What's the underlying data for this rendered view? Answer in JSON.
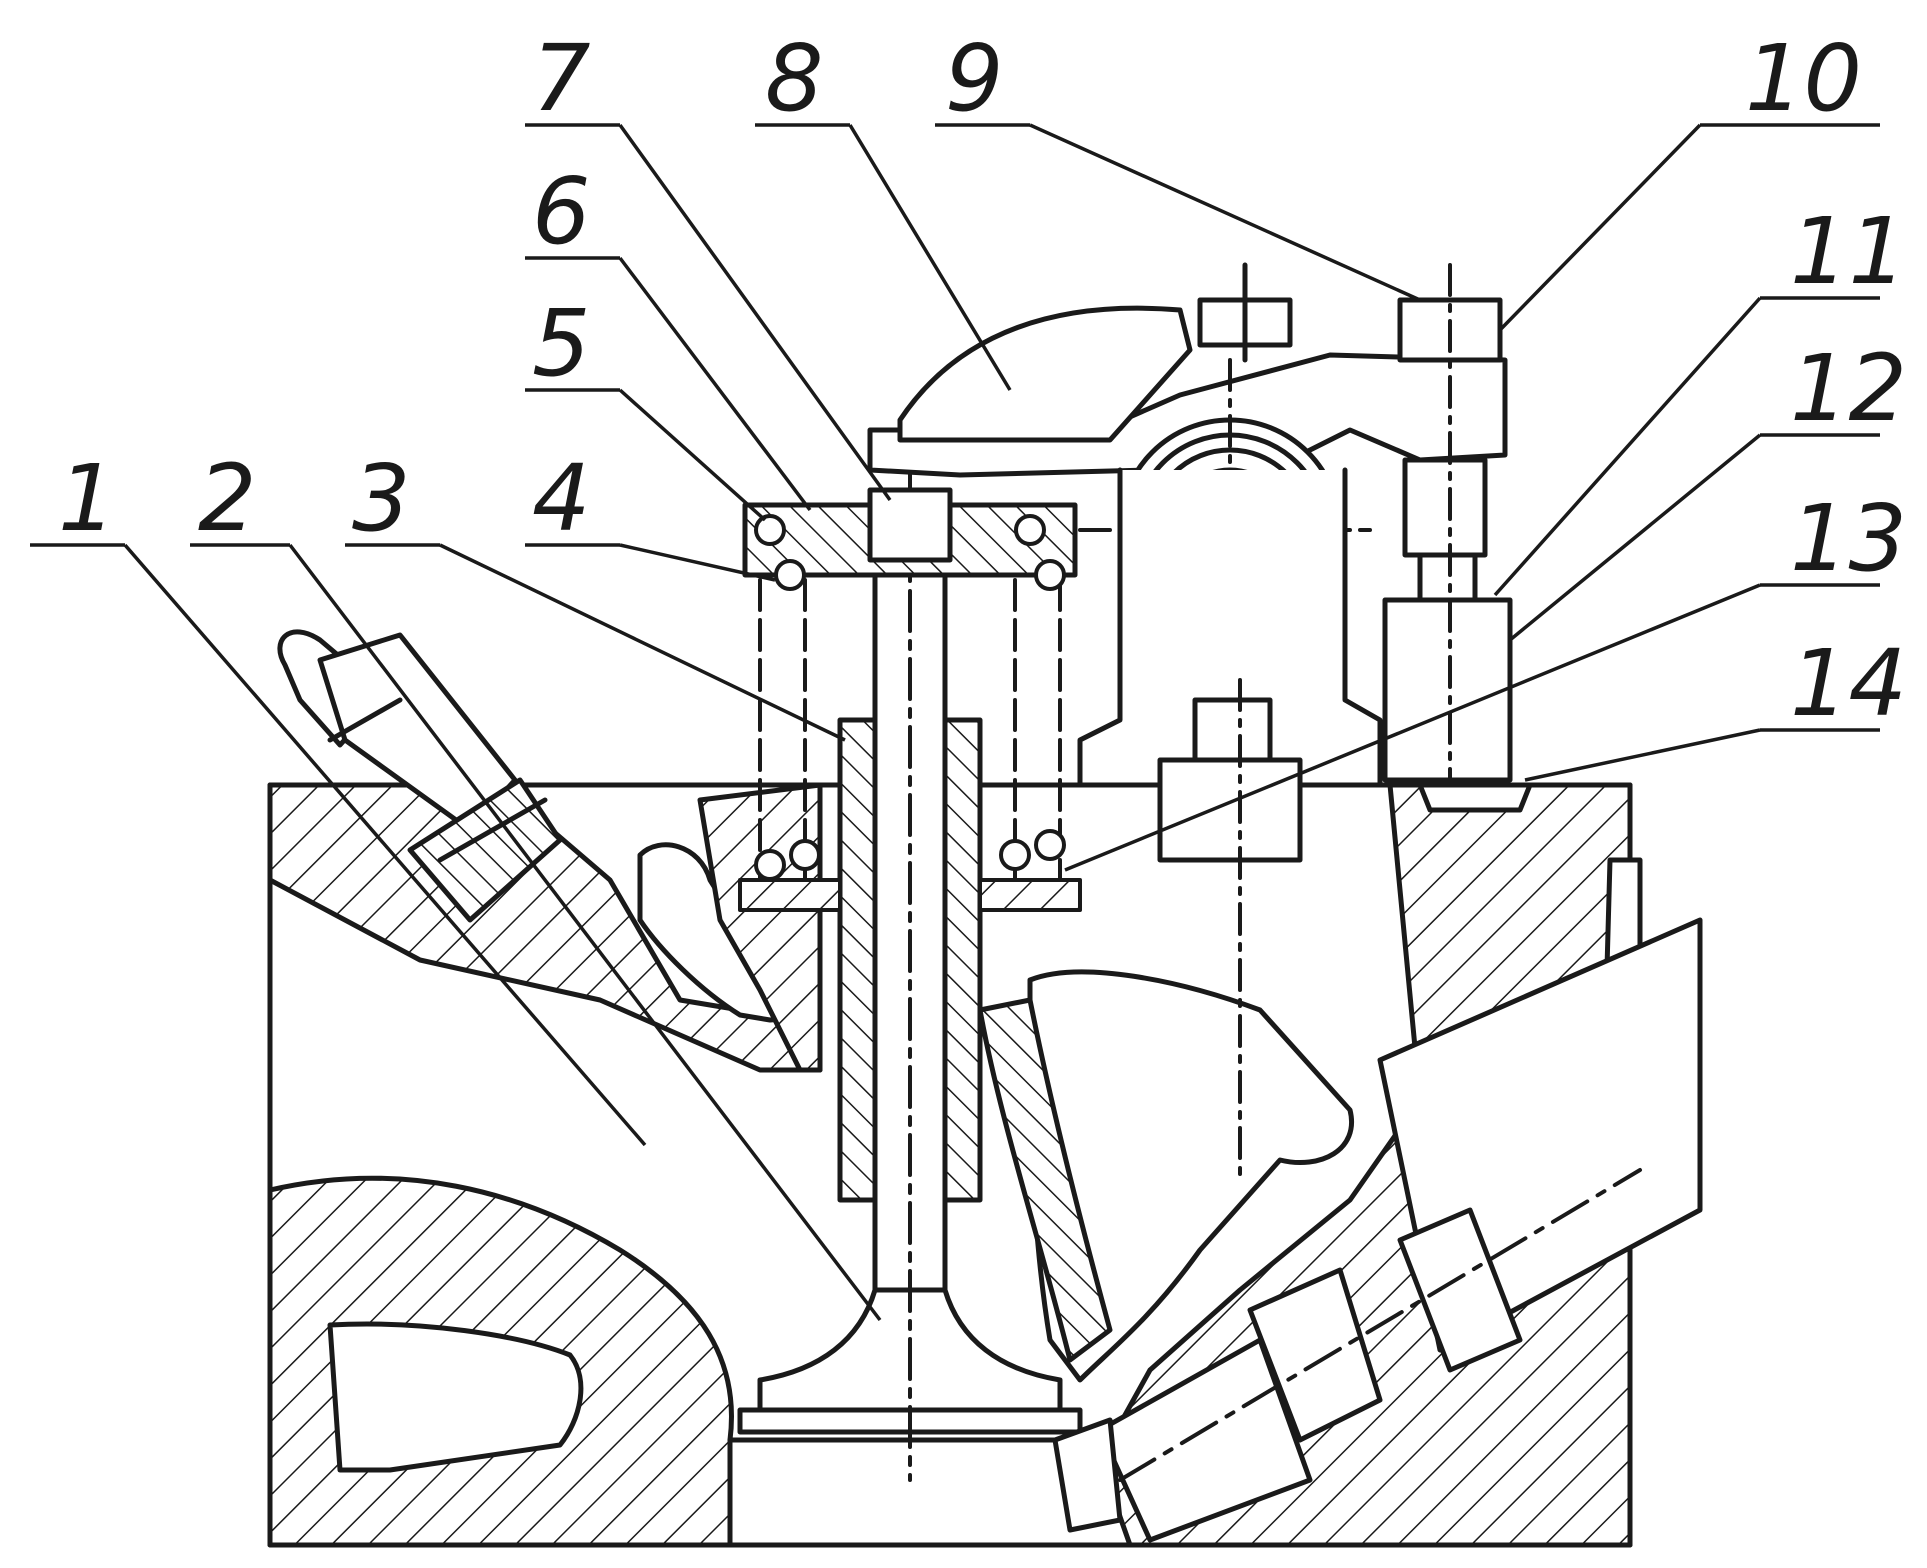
{
  "diagram": {
    "kind": "engine cylinder head cross-section, valve train",
    "colors": {
      "ink": "#1a1a1a",
      "paper": "#ffffff"
    },
    "callouts": [
      {
        "id": "c1",
        "text": "1"
      },
      {
        "id": "c2",
        "text": "2"
      },
      {
        "id": "c3",
        "text": "3"
      },
      {
        "id": "c4",
        "text": "4"
      },
      {
        "id": "c5",
        "text": "5"
      },
      {
        "id": "c6",
        "text": "6"
      },
      {
        "id": "c7",
        "text": "7"
      },
      {
        "id": "c8",
        "text": "8"
      },
      {
        "id": "c9",
        "text": "9"
      },
      {
        "id": "c10",
        "text": "10"
      },
      {
        "id": "c11",
        "text": "11"
      },
      {
        "id": "c12",
        "text": "12"
      },
      {
        "id": "c13",
        "text": "13"
      },
      {
        "id": "c14",
        "text": "14"
      }
    ]
  }
}
